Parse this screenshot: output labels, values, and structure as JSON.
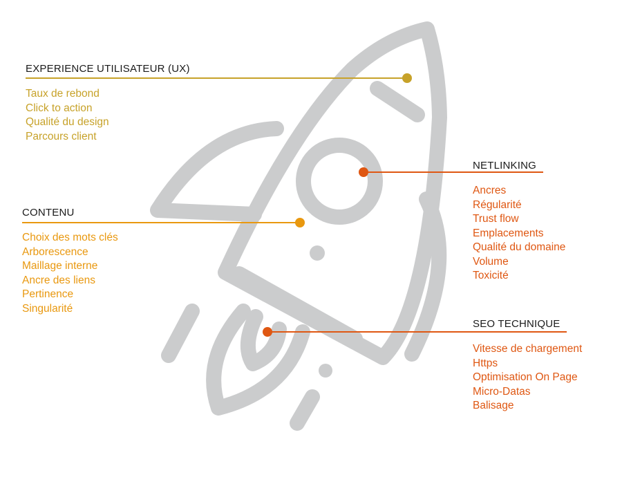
{
  "colors": {
    "rocket": "#cbcccd",
    "ux": "#c7a229",
    "contenu": "#e9980f",
    "netlinking": "#df5712",
    "seo": "#df5712",
    "title": "#1a1a1a"
  },
  "sections": {
    "ux": {
      "title": "EXPERIENCE UTILISATEUR (UX)",
      "items": [
        "Taux de rebond",
        "Click to action",
        "Qualité du design",
        "Parcours client"
      ]
    },
    "contenu": {
      "title": "CONTENU",
      "items": [
        "Choix des mots clés",
        "Arborescence",
        "Maillage interne",
        "Ancre des liens",
        "Pertinence",
        "Singularité"
      ]
    },
    "netlinking": {
      "title": "NETLINKING",
      "items": [
        "Ancres",
        "Régularité",
        "Trust flow",
        "Emplacements",
        "Qualité du domaine",
        "Volume",
        "Toxicité"
      ]
    },
    "seo": {
      "title": "SEO TECHNIQUE",
      "items": [
        "Vitesse de chargement",
        "Https",
        "Optimisation On Page",
        "Micro-Datas",
        "Balisage"
      ]
    }
  }
}
